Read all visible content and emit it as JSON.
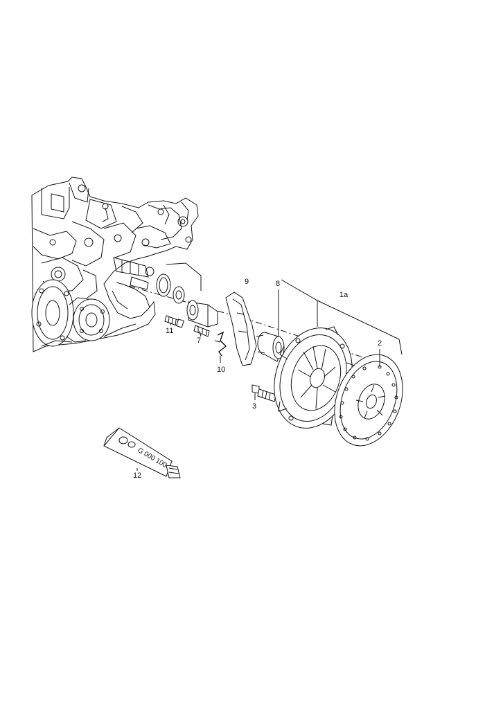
{
  "labels": {
    "part_1a": "1a",
    "part_2": "2",
    "part_3": "3",
    "part_7": "7",
    "part_8": "8",
    "part_9": "9",
    "part_10": "10",
    "part_11": "11",
    "part_12": "12"
  },
  "tube": {
    "print": "G 000 100"
  },
  "colors": {
    "ink": "#111111",
    "paper": "#ffffff"
  }
}
